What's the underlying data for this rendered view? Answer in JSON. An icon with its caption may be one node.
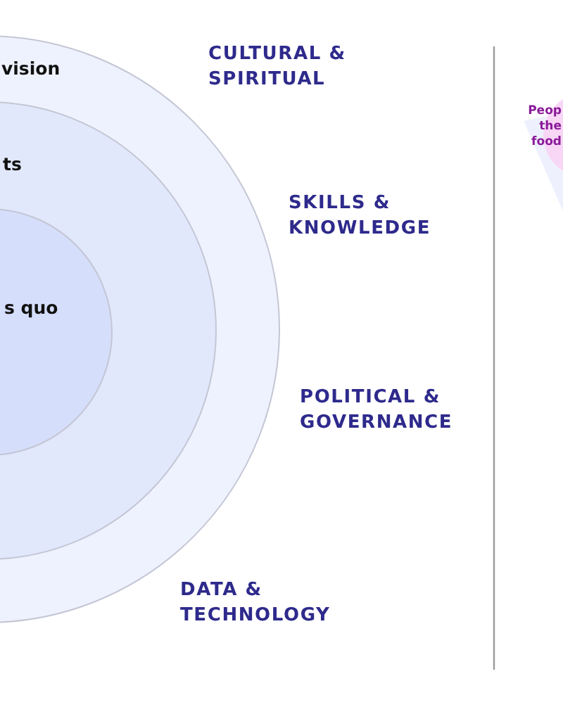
{
  "diagram": {
    "nodes": [
      {
        "text": [
          "vision"
        ]
      },
      {
        "text": [
          "ts"
        ],
        "in": 0
      },
      {
        "text": [
          "s quo"
        ],
        "in": 1
      },
      {
        "text": [
          "Peop the food"
        ]
      }
    ],
    "labels": [
      "CULTURAL & SPIRITUAL",
      "SKILLS & KNOWLEDGE",
      "POLITICAL & GOVERNANCE",
      "DATA & TECHNOLOGY"
    ]
  }
}
